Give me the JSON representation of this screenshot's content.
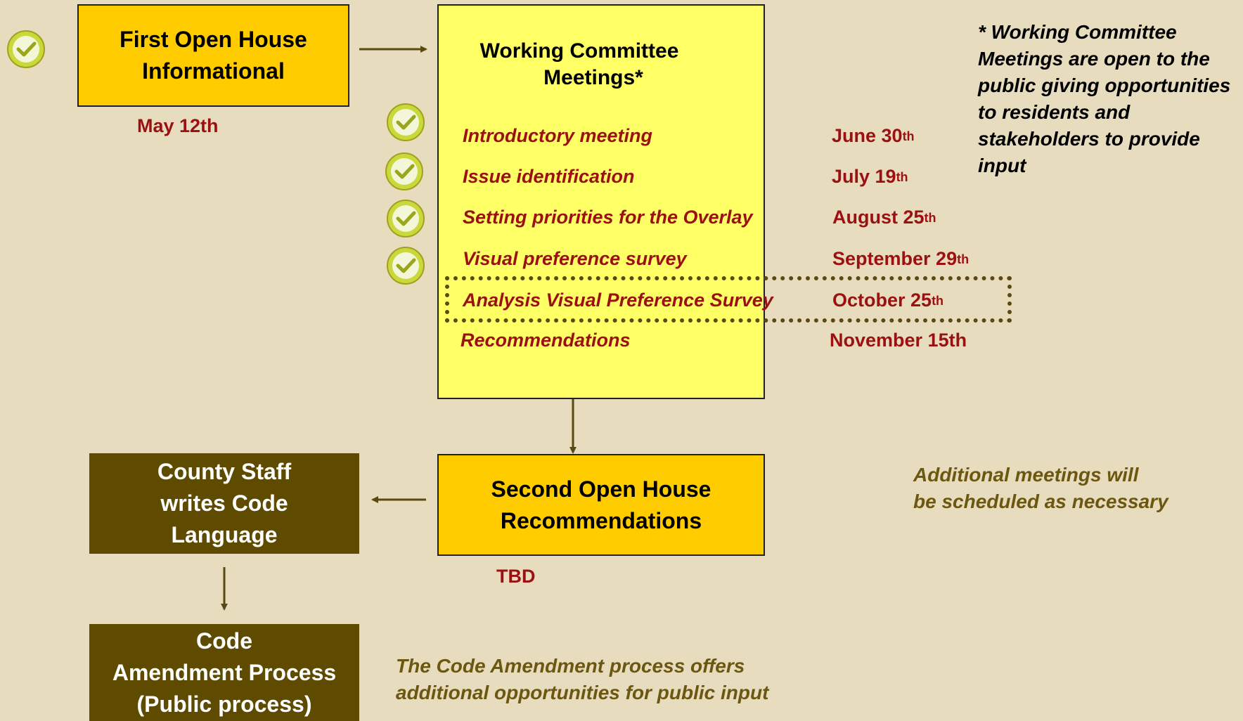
{
  "first_open_house": {
    "line1": "First Open House",
    "line2": "Informational",
    "date": "May 12th"
  },
  "working_committee": {
    "title_line1": "Working Committee",
    "title_line2": "Meetings*",
    "items": [
      {
        "label": "Introductory meeting",
        "date": "June 30",
        "suffix": "th",
        "checked": true
      },
      {
        "label": "Issue identification",
        "date": "July 19",
        "suffix": "th",
        "checked": true
      },
      {
        "label": "Setting priorities for the Overlay",
        "date": "August 25",
        "suffix": "th",
        "checked": true
      },
      {
        "label": "Visual preference survey",
        "date": "September 29",
        "suffix": "th",
        "checked": true
      },
      {
        "label": "Analysis Visual Preference Survey",
        "date": "October 25",
        "suffix": "th",
        "checked": false
      },
      {
        "label": "Recommendations",
        "date": "November 15th",
        "suffix": "",
        "checked": false
      }
    ]
  },
  "committee_note": {
    "lines": [
      "* Working Committee",
      "Meetings are open to the",
      "public giving opportunities",
      "to residents and",
      "stakeholders to provide",
      "input"
    ]
  },
  "second_open_house": {
    "line1": "Second Open House",
    "line2": "Recommendations",
    "date": "TBD"
  },
  "additional_note": {
    "line1": "Additional meetings will",
    "line2": "be scheduled as necessary"
  },
  "county_staff": {
    "line1": "County Staff",
    "line2": "writes Code",
    "line3": "Language"
  },
  "code_amendment": {
    "line1": "Code",
    "line2": "Amendment Process",
    "line3": "(Public process)"
  },
  "code_note": {
    "line1": "The Code Amendment process offers",
    "line2": "additional opportunities for public input"
  },
  "colors": {
    "background": "#e8dcbf",
    "orange_box": "#ffcc00",
    "yellow_panel": "#ffff66",
    "brown_box": "#5f4b00",
    "date_red": "#9b1111",
    "arrow": "#5a4a12",
    "check": "#c9d83a"
  },
  "icons": {
    "check": "check-icon"
  }
}
